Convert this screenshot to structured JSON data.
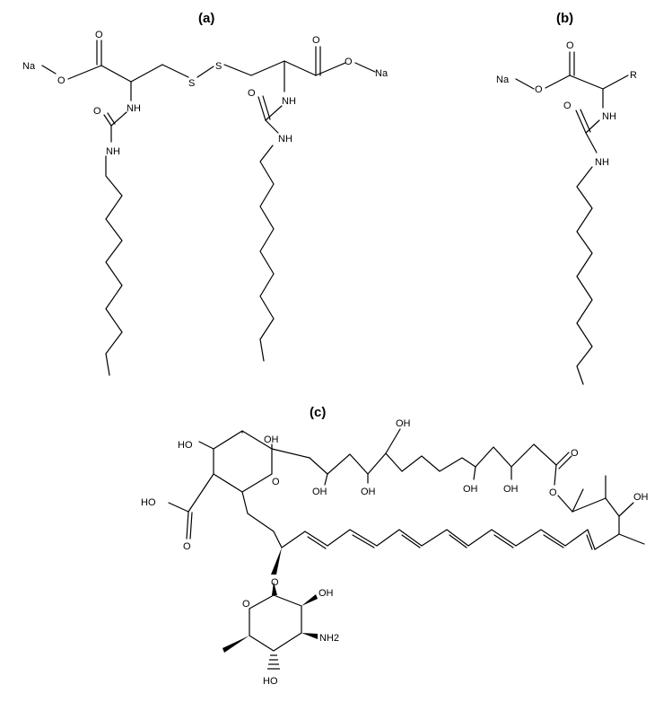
{
  "panels": {
    "a": {
      "label": "(a)"
    },
    "b": {
      "label": "(b)"
    },
    "c": {
      "label": "(c)"
    }
  },
  "atoms": {
    "na": "Na",
    "o": "O",
    "nh": "NH",
    "s": "S",
    "r": "R",
    "oh": "OH",
    "ho": "HO",
    "nh2": "NH2"
  }
}
